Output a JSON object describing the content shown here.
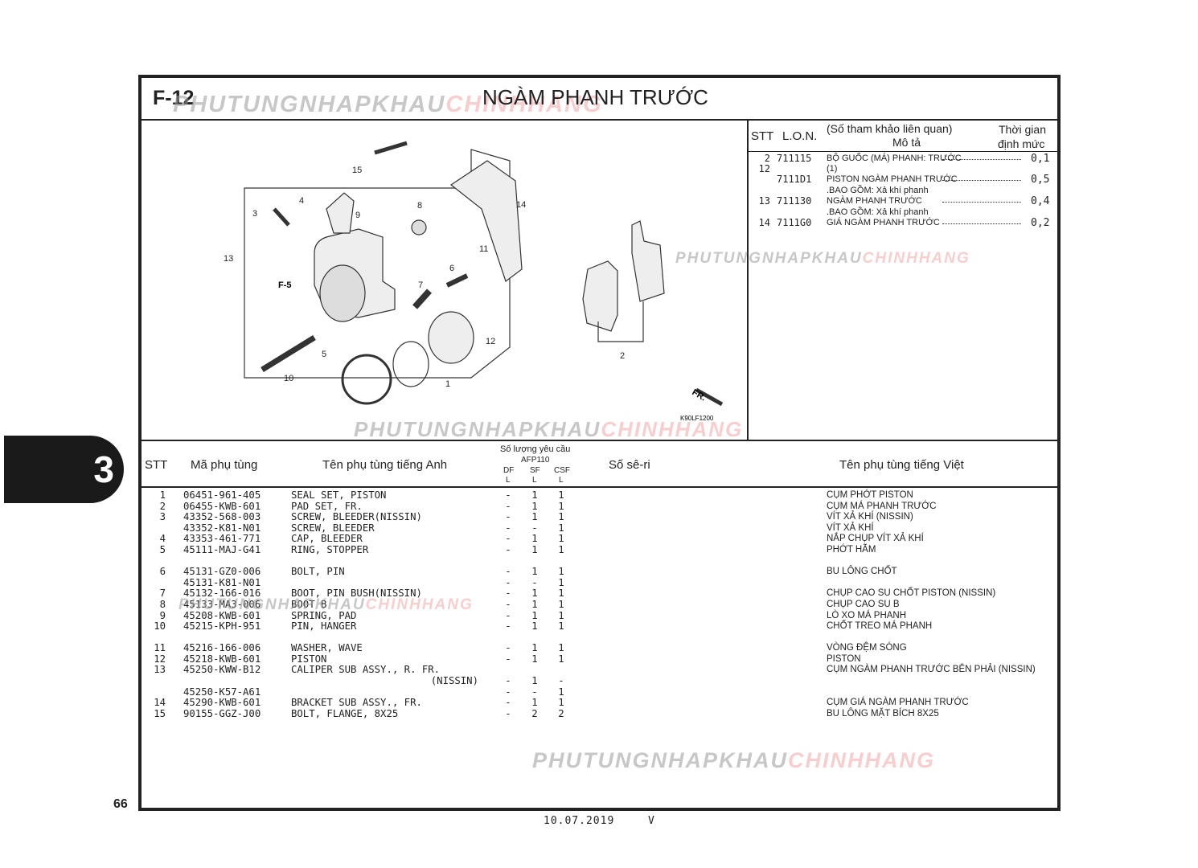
{
  "header": {
    "code": "F-12",
    "title": "NGÀM PHANH TRƯỚC"
  },
  "watermark": {
    "gray": "PHUTUNGNHAPKHAU",
    "pink": "CHINHHANG"
  },
  "diagram": {
    "callouts": [
      "1",
      "2",
      "3",
      "4",
      "5",
      "6",
      "7",
      "8",
      "9",
      "10",
      "11",
      "12",
      "13",
      "14",
      "15"
    ],
    "ref": "F-5",
    "direction": "FR.",
    "figure_code": "K90LF1200"
  },
  "labor": {
    "headers": {
      "stt": "STT",
      "lon": "L.O.N.",
      "desc1": "(Số tham khảo liên quan)",
      "desc2": "Mô tả",
      "time1": "Thời gian",
      "time2": "định mức"
    },
    "rows": [
      {
        "stt": "2",
        "lon": "711115",
        "desc": "BỘ GUỐC (MÁ) PHANH: TRƯỚC",
        "time": "0,1"
      },
      {
        "stt": "12",
        "lon": "",
        "desc": "(1)",
        "time": ""
      },
      {
        "stt": "",
        "lon": "7111D1",
        "desc": "PISTON NGÀM PHANH TRƯỚC",
        "time": "0,5"
      },
      {
        "stt": "",
        "lon": "",
        "desc": ".BAO GỒM: Xả khí phanh",
        "time": ""
      },
      {
        "stt": "13",
        "lon": "711130",
        "desc": "NGÀM PHANH TRƯỚC",
        "time": "0,4"
      },
      {
        "stt": "",
        "lon": "",
        "desc": ".BAO GỒM: Xả khí phanh",
        "time": ""
      },
      {
        "stt": "14",
        "lon": "7111G0",
        "desc": "GIÁ NGÀM PHANH TRƯỚC",
        "time": "0,2"
      }
    ]
  },
  "table": {
    "headers": {
      "stt": "STT",
      "part": "Mã phụ tùng",
      "en": "Tên phụ tùng tiếng Anh",
      "qty": "Số lượng yêu cầu",
      "model": "AFP110",
      "df": "DF",
      "sf": "SF",
      "csf": "CSF",
      "l": "L",
      "serial": "Số sê-ri",
      "vn": "Tên phụ tùng tiếng Việt"
    },
    "rows": [
      {
        "stt": "1",
        "part": "06451-961-405",
        "en": "SEAL SET, PISTON",
        "df": "-",
        "sf": "1",
        "csf": "1",
        "vn": "CỤM PHỚT PISTON"
      },
      {
        "stt": "2",
        "part": "06455-KWB-601",
        "en": "PAD SET, FR.",
        "df": "-",
        "sf": "1",
        "csf": "1",
        "vn": "CỤM MÁ PHANH TRƯỚC"
      },
      {
        "stt": "3",
        "part": "43352-568-003",
        "en": "SCREW, BLEEDER(NISSIN)",
        "df": "-",
        "sf": "1",
        "csf": "1",
        "vn": "VÍT XẢ KHÍ (NISSIN)"
      },
      {
        "stt": "",
        "part": "43352-K81-N01",
        "en": "SCREW, BLEEDER",
        "df": "-",
        "sf": "-",
        "csf": "1",
        "vn": "VÍT XẢ KHÍ"
      },
      {
        "stt": "4",
        "part": "43353-461-771",
        "en": "CAP, BLEEDER",
        "df": "-",
        "sf": "1",
        "csf": "1",
        "vn": "NẮP CHỤP VÍT XẢ KHÍ"
      },
      {
        "stt": "5",
        "part": "45111-MAJ-G41",
        "en": "RING, STOPPER",
        "df": "-",
        "sf": "1",
        "csf": "1",
        "vn": "PHỚT HÃM"
      },
      {
        "stt": "6",
        "part": "45131-GZ0-006",
        "en": "BOLT, PIN",
        "df": "-",
        "sf": "1",
        "csf": "1",
        "vn": "BU LÔNG CHỐT"
      },
      {
        "stt": "",
        "part": "45131-K81-N01",
        "en": "",
        "df": "-",
        "sf": "-",
        "csf": "1",
        "vn": ""
      },
      {
        "stt": "7",
        "part": "45132-166-016",
        "en": "BOOT, PIN BUSH(NISSIN)",
        "df": "-",
        "sf": "1",
        "csf": "1",
        "vn": "CHỤP CAO SU CHỐT PISTON (NISSIN)"
      },
      {
        "stt": "8",
        "part": "45133-MA3-006",
        "en": "BOOT B",
        "df": "-",
        "sf": "1",
        "csf": "1",
        "vn": "CHỤP CAO SU B"
      },
      {
        "stt": "9",
        "part": "45208-KWB-601",
        "en": "SPRING, PAD",
        "df": "-",
        "sf": "1",
        "csf": "1",
        "vn": "LÒ XO MÁ PHANH"
      },
      {
        "stt": "10",
        "part": "45215-KPH-951",
        "en": "PIN, HANGER",
        "df": "-",
        "sf": "1",
        "csf": "1",
        "vn": "CHỐT TREO MÁ PHANH"
      },
      {
        "stt": "11",
        "part": "45216-166-006",
        "en": "WASHER, WAVE",
        "df": "-",
        "sf": "1",
        "csf": "1",
        "vn": "VÒNG ĐỆM SÓNG"
      },
      {
        "stt": "12",
        "part": "45218-KWB-601",
        "en": "PISTON",
        "df": "-",
        "sf": "1",
        "csf": "1",
        "vn": "PISTON"
      },
      {
        "stt": "13",
        "part": "45250-KWW-B12",
        "en": "CALIPER SUB ASSY., R. FR.",
        "nolead": true,
        "df": "",
        "sf": "",
        "csf": "",
        "vn": "CỤM NGÀM PHANH TRƯỚC BÊN PHẢI (NISSIN)"
      },
      {
        "stt": "",
        "part": "",
        "en": "(NISSIN)",
        "right": true,
        "df": "-",
        "sf": "1",
        "csf": "-",
        "vn": ""
      },
      {
        "stt": "",
        "part": "45250-K57-A61",
        "en": "",
        "df": "-",
        "sf": "-",
        "csf": "1",
        "vn": ""
      },
      {
        "stt": "14",
        "part": "45290-KWB-601",
        "en": "BRACKET SUB ASSY., FR.",
        "df": "-",
        "sf": "1",
        "csf": "1",
        "vn": "CỤM GIÁ NGÀM PHANH TRƯỚC"
      },
      {
        "stt": "15",
        "part": "90155-GGZ-J00",
        "en": "BOLT, FLANGE, 8X25",
        "df": "-",
        "sf": "2",
        "csf": "2",
        "vn": "BU LÔNG MẶT BÍCH 8X25"
      }
    ]
  },
  "side_tab": {
    "label": "3"
  },
  "page_number": "66",
  "footer": {
    "date": "10.07.2019",
    "version": "V"
  }
}
